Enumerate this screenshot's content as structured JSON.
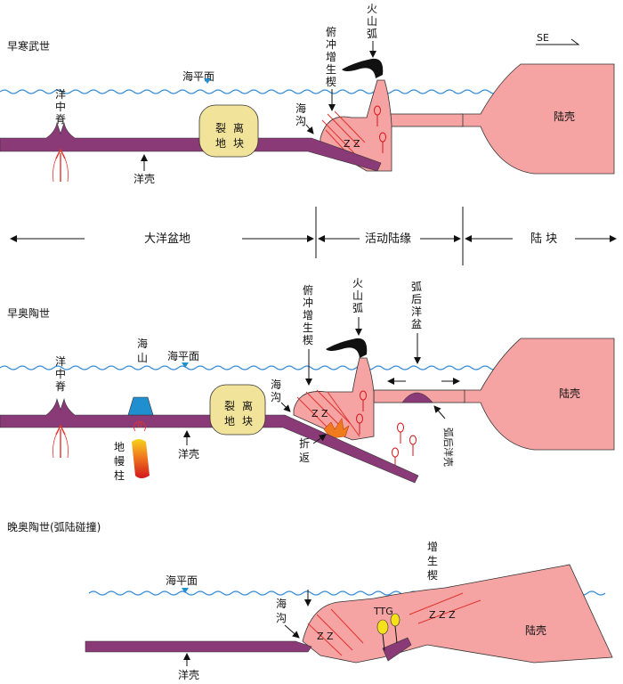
{
  "panel1": {
    "title": "早寒武世",
    "direction": "SE",
    "sea_level": "海平面",
    "mid_ridge": [
      "洋",
      "中",
      "脊"
    ],
    "ocean_crust": "洋壳",
    "rift_block": [
      "裂",
      "离",
      "地",
      "块"
    ],
    "trench": [
      "海",
      "沟"
    ],
    "accretion": [
      "俯",
      "冲",
      "增",
      "生",
      "楔"
    ],
    "volcanic_arc": [
      "火",
      "山",
      "弧"
    ],
    "continent": "陆壳"
  },
  "zones": {
    "basin": "大洋盆地",
    "margin": "活动陆缘",
    "block": "陆 块"
  },
  "panel2": {
    "title": "早奥陶世",
    "seamount": [
      "海",
      "山"
    ],
    "sea_level": "海平面",
    "mid_ridge": [
      "洋",
      "中",
      "脊"
    ],
    "plume": [
      "地",
      "幔",
      "柱"
    ],
    "ocean_crust": "洋壳",
    "rift_block": [
      "裂",
      "离",
      "地",
      "块"
    ],
    "trench": [
      "海",
      "沟"
    ],
    "accretion": [
      "俯",
      "冲",
      "增",
      "生",
      "楔"
    ],
    "volcanic_arc": [
      "火",
      "山",
      "弧"
    ],
    "backarc": [
      "弧",
      "后",
      "洋",
      "盆"
    ],
    "backarc_crust": "弧后洋壳",
    "exhumation": [
      "折",
      "返"
    ],
    "continent": "陆壳"
  },
  "panel3": {
    "title": "晚奥陶世(弧陆碰撞)",
    "sea_level": "海平面",
    "trench": [
      "海",
      "沟"
    ],
    "accretion": [
      "增",
      "生",
      "楔"
    ],
    "ttg": "TTG",
    "continent": "陆壳",
    "ocean_crust": "洋壳"
  },
  "colors": {
    "ocean_crust": "#8b3a78",
    "continent": "#f5a3a3",
    "rift_block": "#f2e39a",
    "seamount": "#1f8fd0",
    "water": "#3b8fd6",
    "thrust": "#e0342e"
  }
}
